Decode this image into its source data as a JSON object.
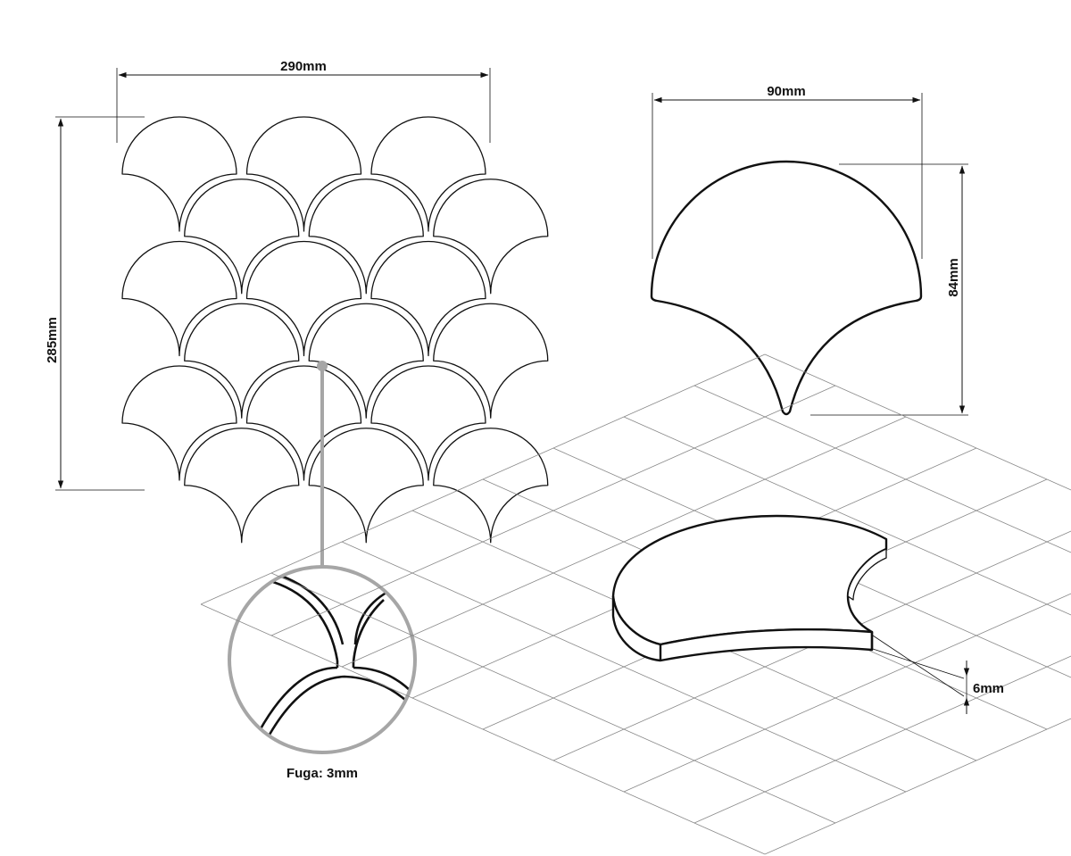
{
  "labels": {
    "width_panel": "290mm",
    "height_panel": "285mm",
    "width_tile": "90mm",
    "height_tile": "84mm",
    "thickness": "6mm",
    "joint": "Fuga: 3mm"
  },
  "colors": {
    "line": "#111111",
    "callout": "#a6a6a6",
    "grid": "#888888"
  }
}
